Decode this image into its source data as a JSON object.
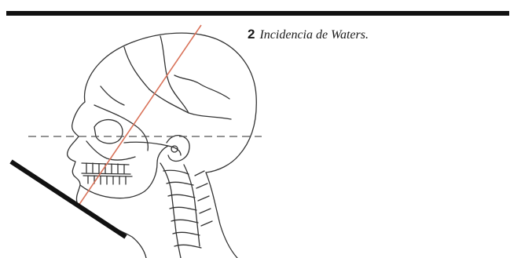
{
  "figure": {
    "number": "2",
    "caption": "Incidencia de Waters.",
    "image_subject": "lateral skull and cervical spine line drawing with projection lines",
    "line_colors": {
      "rule": "#111111",
      "beam": "#d9735a",
      "drawing": "#333333",
      "cassette": "#111111"
    }
  }
}
